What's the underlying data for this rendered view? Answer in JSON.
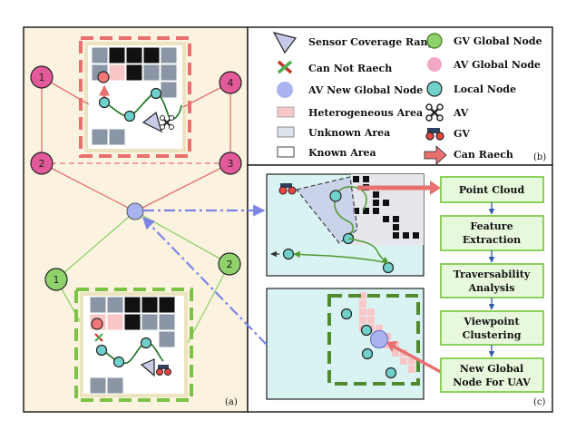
{
  "legend": {
    "sensor_coverage": "Sensor Coverage Range",
    "cannot_reach": "Can Not Raech",
    "av_new_global": "AV New Global Node",
    "heterogeneous": "Heterogeneous Area",
    "unknown": "Unknown Area",
    "known": "Known Area",
    "gv_global": "GV Global Node",
    "av_global": "AV Global Node",
    "local_node": "Local Node",
    "av": "AV",
    "gv": "GV",
    "can_reach": "Can Raech"
  },
  "panels": {
    "a": "(a)",
    "b": "(b)",
    "c": "(c)"
  },
  "graph": {
    "av_nodes": [
      "1",
      "2",
      "3",
      "4"
    ],
    "gv_nodes": [
      "1",
      "2"
    ]
  },
  "pipeline": {
    "steps": [
      "Point Cloud",
      "Feature Extraction",
      "Traversability Analysis",
      "Viewpoint Clustering",
      "New Global Node For UAV"
    ]
  },
  "colors": {
    "panel_a_bg": "#fbf3df",
    "map_bg": "#d9f2f2",
    "red_dash": "#e8706e",
    "green_dash": "#7cc244",
    "gv_node": "#8fd16a",
    "av_node": "#e35a9a",
    "av_new_node": "#a9b3f0",
    "local_node": "#6fd0cc",
    "step_fill": "#e8f8dc",
    "step_border": "#8bd15c"
  }
}
